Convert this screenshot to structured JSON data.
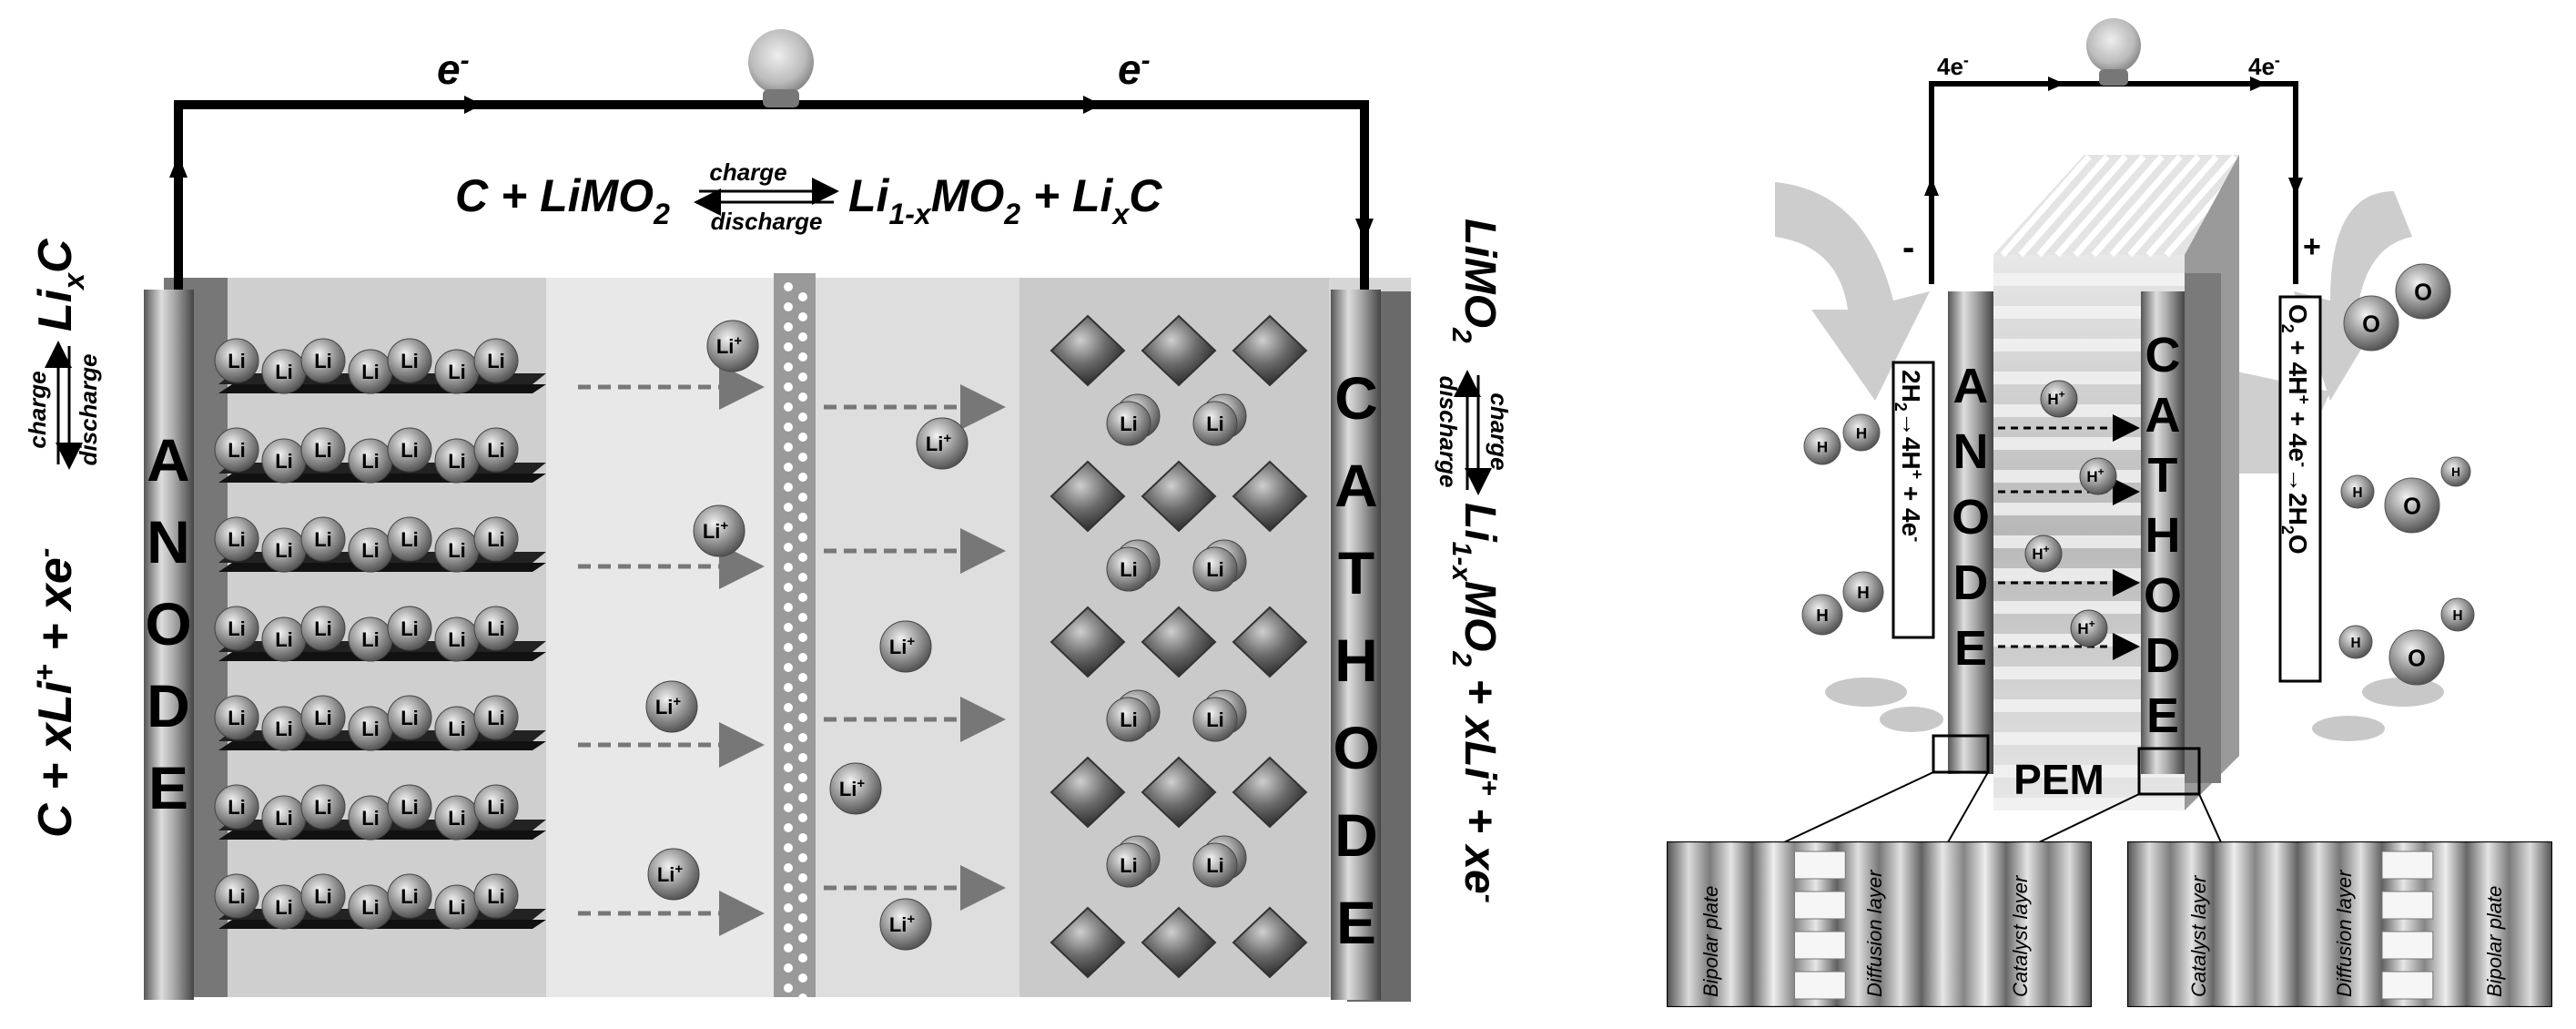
{
  "left": {
    "electron_label": "e",
    "electron_sup": "-",
    "anode_letters": [
      "A",
      "N",
      "O",
      "D",
      "E"
    ],
    "cathode_letters": [
      "C",
      "A",
      "T",
      "H",
      "O",
      "D",
      "E"
    ],
    "li": "Li",
    "li_ion": "Li",
    "plus": "+",
    "charge": "charge",
    "discharge": "discharge",
    "top_eq": {
      "lhs": "C + LiMO",
      "lhs_sub": "2",
      "rhs_a": "Li",
      "rhs_sub1": "1-x",
      "rhs_b": "MO",
      "rhs_sub2": "2",
      "rhs_c": " + Li",
      "rhs_sub3": "x",
      "rhs_d": "C"
    },
    "left_eq": {
      "a": "C + xLi",
      "sup": "+",
      "b": " + xe",
      "sup2": "-",
      "c": "Li",
      "sub": "x",
      "d": "C"
    },
    "right_eq": {
      "a": "LiMO",
      "sub": "2",
      "b": "Li",
      "sub1": "1-x",
      "c": "MO",
      "sub2": "2",
      "d": " + xLi",
      "sup": "+",
      "e": " + xe",
      "sup2": "-"
    }
  },
  "right": {
    "electron_label": "4e",
    "electron_sup": "-",
    "minus": "-",
    "plus": "+",
    "anode_letters": [
      "A",
      "N",
      "O",
      "D",
      "E"
    ],
    "cathode_letters": [
      "C",
      "A",
      "T",
      "H",
      "O",
      "D",
      "E"
    ],
    "pem": "PEM",
    "h": "H",
    "o": "O",
    "h_ion": "H",
    "anode_eq": {
      "a": "2H",
      "sub": "2",
      "b": "→4H",
      "sup": "+",
      "c": " + 4e",
      "sup2": "-"
    },
    "cathode_eq": {
      "a": "O",
      "sub": "2",
      "b": " + 4H",
      "sup": "+",
      "c": " + 4e",
      "sup2": "-",
      "d": "→2H",
      "sub2": "2",
      "e": "O"
    },
    "layers_left": [
      "Bipolar plate",
      "Diffusion layer",
      "Catalyst layer"
    ],
    "layers_right": [
      "Catalyst layer",
      "Diffusion layer",
      "Bipolar plate"
    ]
  }
}
